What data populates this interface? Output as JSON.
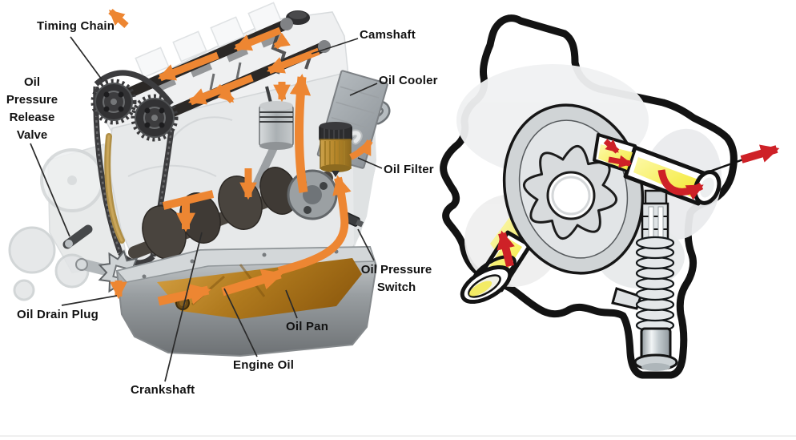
{
  "diagram": {
    "left": {
      "name": "engine-lubrication-system-cutaway",
      "labels": {
        "timing_chain": "Timing Chain",
        "oil_pressure_release_valve": [
          "Oil",
          "Pressure",
          "Release",
          "Valve"
        ],
        "camshaft": "Camshaft",
        "oil_cooler": "Oil Cooler",
        "oil_filter": "Oil Filter",
        "oil_pressure_switch": [
          "Oil Pressure",
          "Switch"
        ],
        "oil_drain_plug": "Oil Drain Plug",
        "crankshaft": "Crankshaft",
        "engine_oil": "Engine Oil",
        "oil_pan": "Oil Pan"
      }
    },
    "right": {
      "name": "oil-pump-gerotor-detail",
      "parts": [
        "pump-housing",
        "gerotor-outer-ring",
        "gerotor-inner-rotor",
        "inlet-port",
        "outlet-port",
        "pressure-relief-valve-spring",
        "pressure-relief-valve-plunger"
      ]
    },
    "colors": {
      "oil_flow_arrow": "#ED8632",
      "pump_flow_arrow": "#CE2127",
      "fresh_oil_yellow": "#F3E82E",
      "sump_oil_amber": "#A8731A",
      "line_art": "#141414"
    }
  }
}
